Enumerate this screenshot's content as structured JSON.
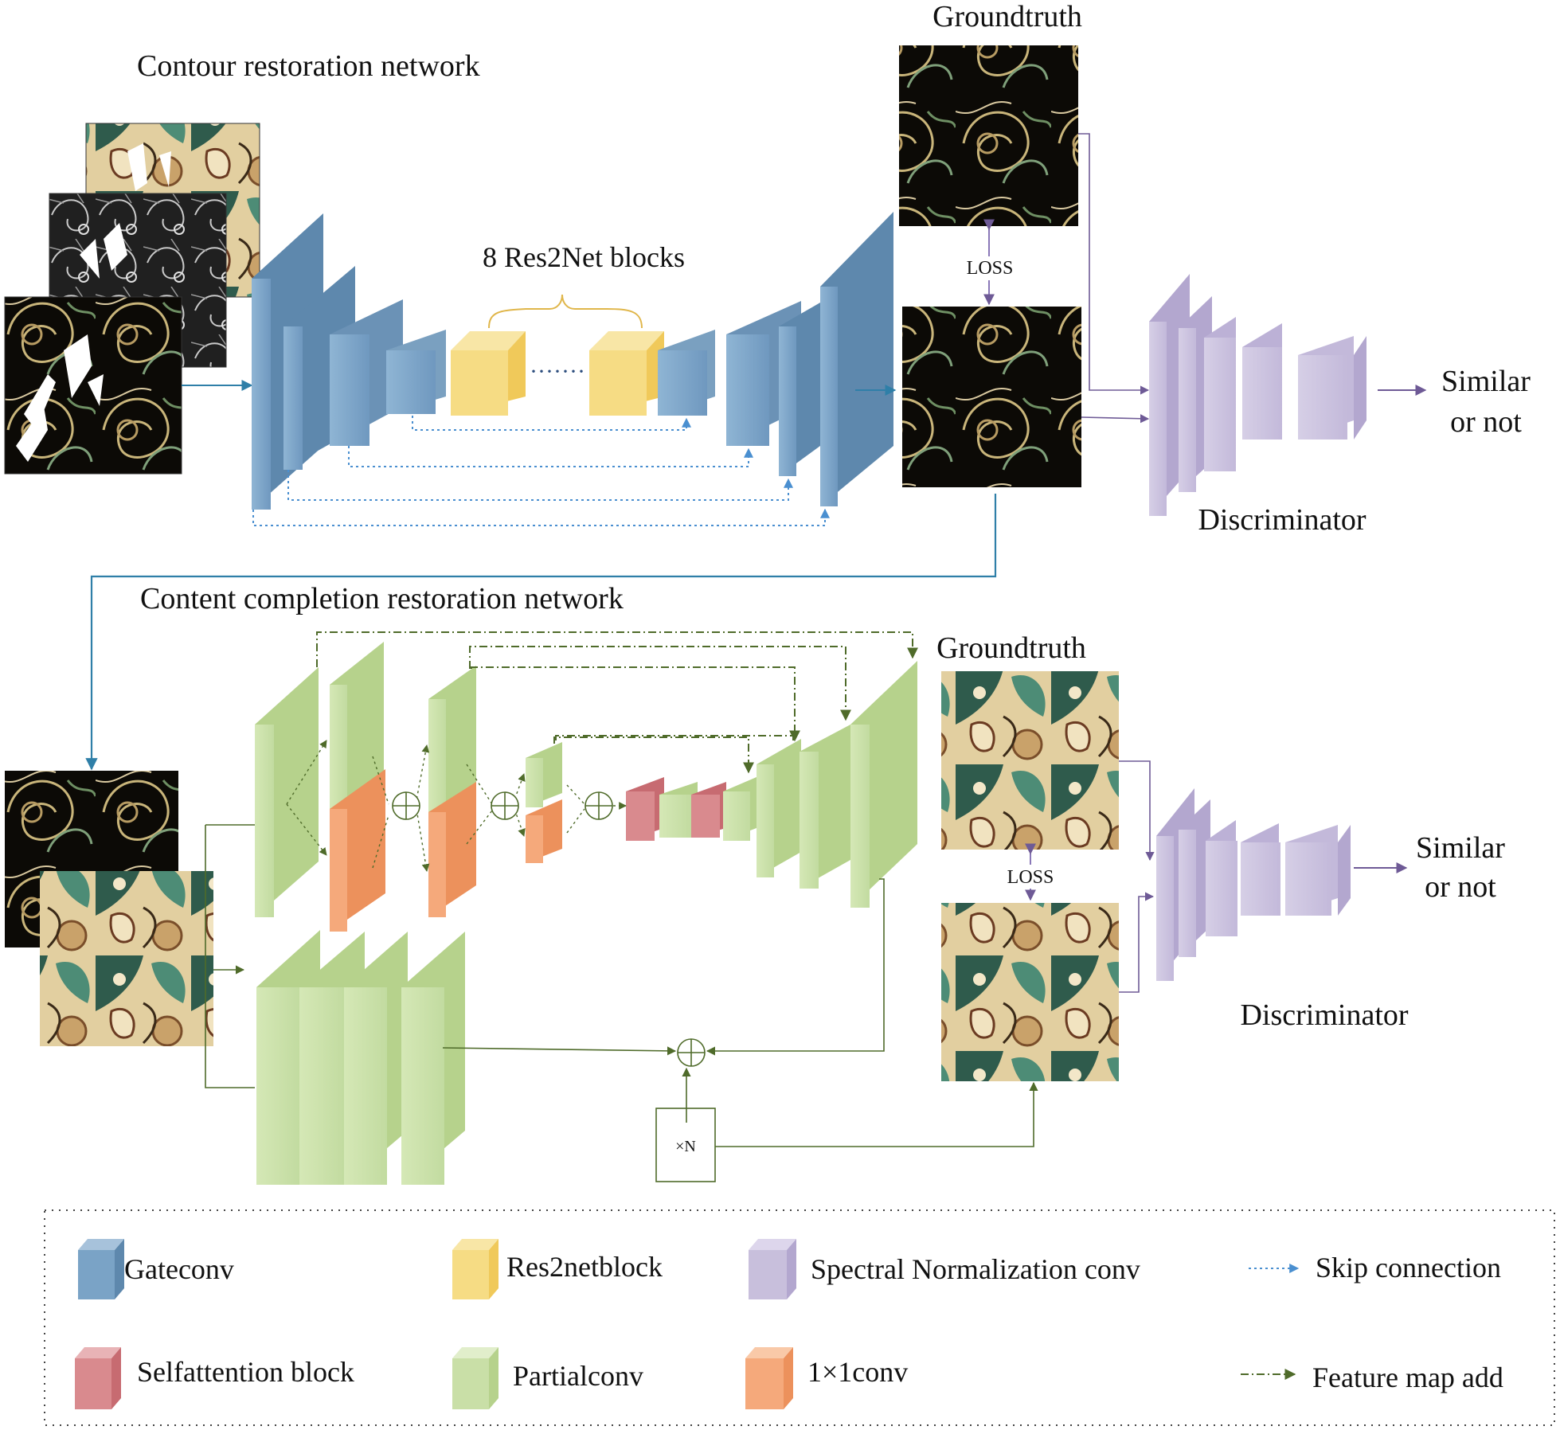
{
  "contour_network": {
    "title": "Contour restoration network",
    "res2net_label": "8 Res2Net blocks",
    "groundtruth_label": "Groundtruth",
    "loss_label": "LOSS",
    "discriminator_label": "Discriminator",
    "output_label": [
      "Similar",
      "or not"
    ]
  },
  "content_network": {
    "title": "Content completion restoration network",
    "groundtruth_label": "Groundtruth",
    "loss_label": "LOSS",
    "discriminator_label": "Discriminator",
    "output_label": [
      "Similar",
      "or not"
    ],
    "repeat_label": "×N"
  },
  "legend": {
    "items": [
      {
        "id": "gateconv",
        "label": "Gateconv",
        "color": "#7aa3c6"
      },
      {
        "id": "res2netblock",
        "label": "Res2netblock",
        "color": "#f6dc84"
      },
      {
        "id": "spectral",
        "label": "Spectral Normalization conv",
        "color": "#c8bfdc"
      },
      {
        "id": "skip",
        "label": "Skip connection",
        "color": "#4a8fd0"
      },
      {
        "id": "selfattention",
        "label": "Selfattention block",
        "color": "#d98a8e"
      },
      {
        "id": "partialconv",
        "label": "Partialconv",
        "color": "#c9dfa7"
      },
      {
        "id": "conv1x1",
        "label": "1×1conv",
        "color": "#f5a97b"
      },
      {
        "id": "featureadd",
        "label": "Feature map add",
        "color": "#4f6b2a"
      }
    ]
  }
}
